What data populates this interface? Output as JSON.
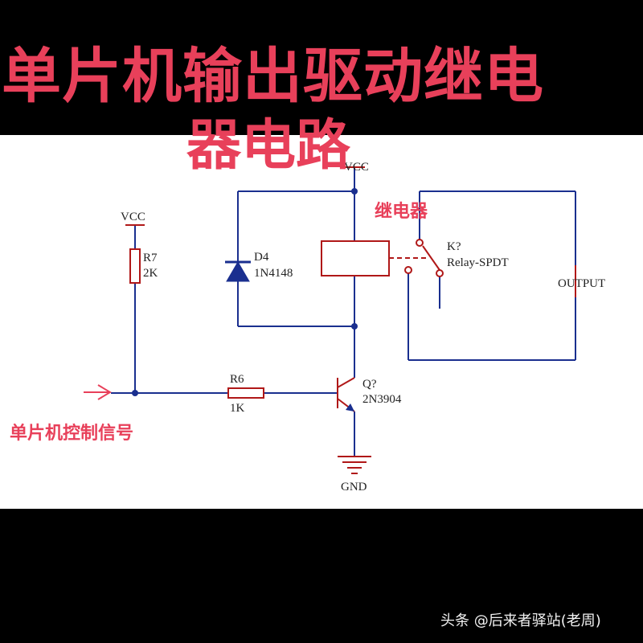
{
  "title": {
    "line1": "单片机输出驱动继电",
    "line2": "器电路"
  },
  "schematic": {
    "vcc_top": "VCC",
    "vcc_left": "VCC",
    "r7": {
      "name": "R7",
      "value": "2K"
    },
    "r6": {
      "name": "R6",
      "value": "1K"
    },
    "d4": {
      "name": "D4",
      "part": "1N4148"
    },
    "q": {
      "name": "Q?",
      "part": "2N3904"
    },
    "relay": {
      "name": "K?",
      "part": "Relay-SPDT"
    },
    "output": "OUTPUT",
    "gnd": "GND"
  },
  "annotations": {
    "relay_note": "继电器",
    "signal_note": "单片机控制信号"
  },
  "watermark": "头条 @后来者驿站(老周)",
  "colors": {
    "background": "#000000",
    "paper": "#ffffff",
    "wire": "#1a2f8f",
    "component": "#b01818",
    "label_text": "#222222",
    "annotation": "#e8405a"
  }
}
